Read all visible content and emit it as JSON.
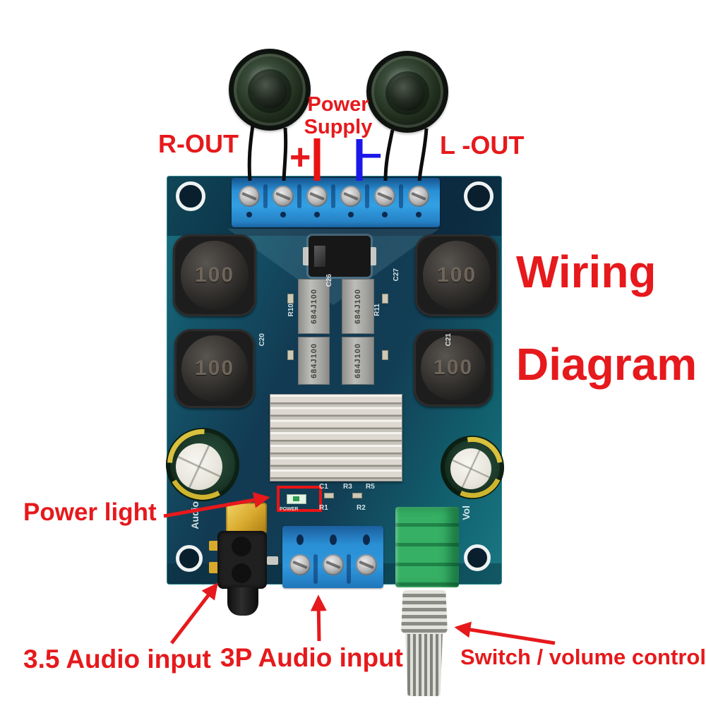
{
  "title": {
    "line1": "Wiring",
    "line2": "Diagram"
  },
  "connections": {
    "r_out": "R-OUT",
    "l_out": "L -OUT",
    "power_supply": {
      "line1": "Power",
      "line2": "Supply",
      "plus": "+",
      "minus": "−"
    }
  },
  "annotations": {
    "power_light": "Power light",
    "audio_35_input": "3.5 Audio input",
    "audio_3p_input": "3P Audio input",
    "switch_volume": "Switch / volume control"
  },
  "board": {
    "inductor_marking": "100",
    "film_capacitor_marking": "684J100",
    "silkscreen": {
      "c26": "C26",
      "c27": "C27",
      "r10": "R10",
      "r11": "R11",
      "c20": "C20",
      "c21": "C21",
      "c1": "C1",
      "r3": "R3",
      "r5": "R5",
      "r1": "R1",
      "r2": "R2",
      "power": "POWER",
      "audio": "Audio",
      "vol": "Vol"
    }
  },
  "colors": {
    "annotation_red": "#e6191c",
    "wire_red": "#ea1212",
    "wire_blue": "#1b18ea",
    "pcb_teal": "#123e55",
    "terminal_blue": "#2a8fd4",
    "pot_green": "#2fa257",
    "heatsink_gray": "#ddd9d1"
  }
}
